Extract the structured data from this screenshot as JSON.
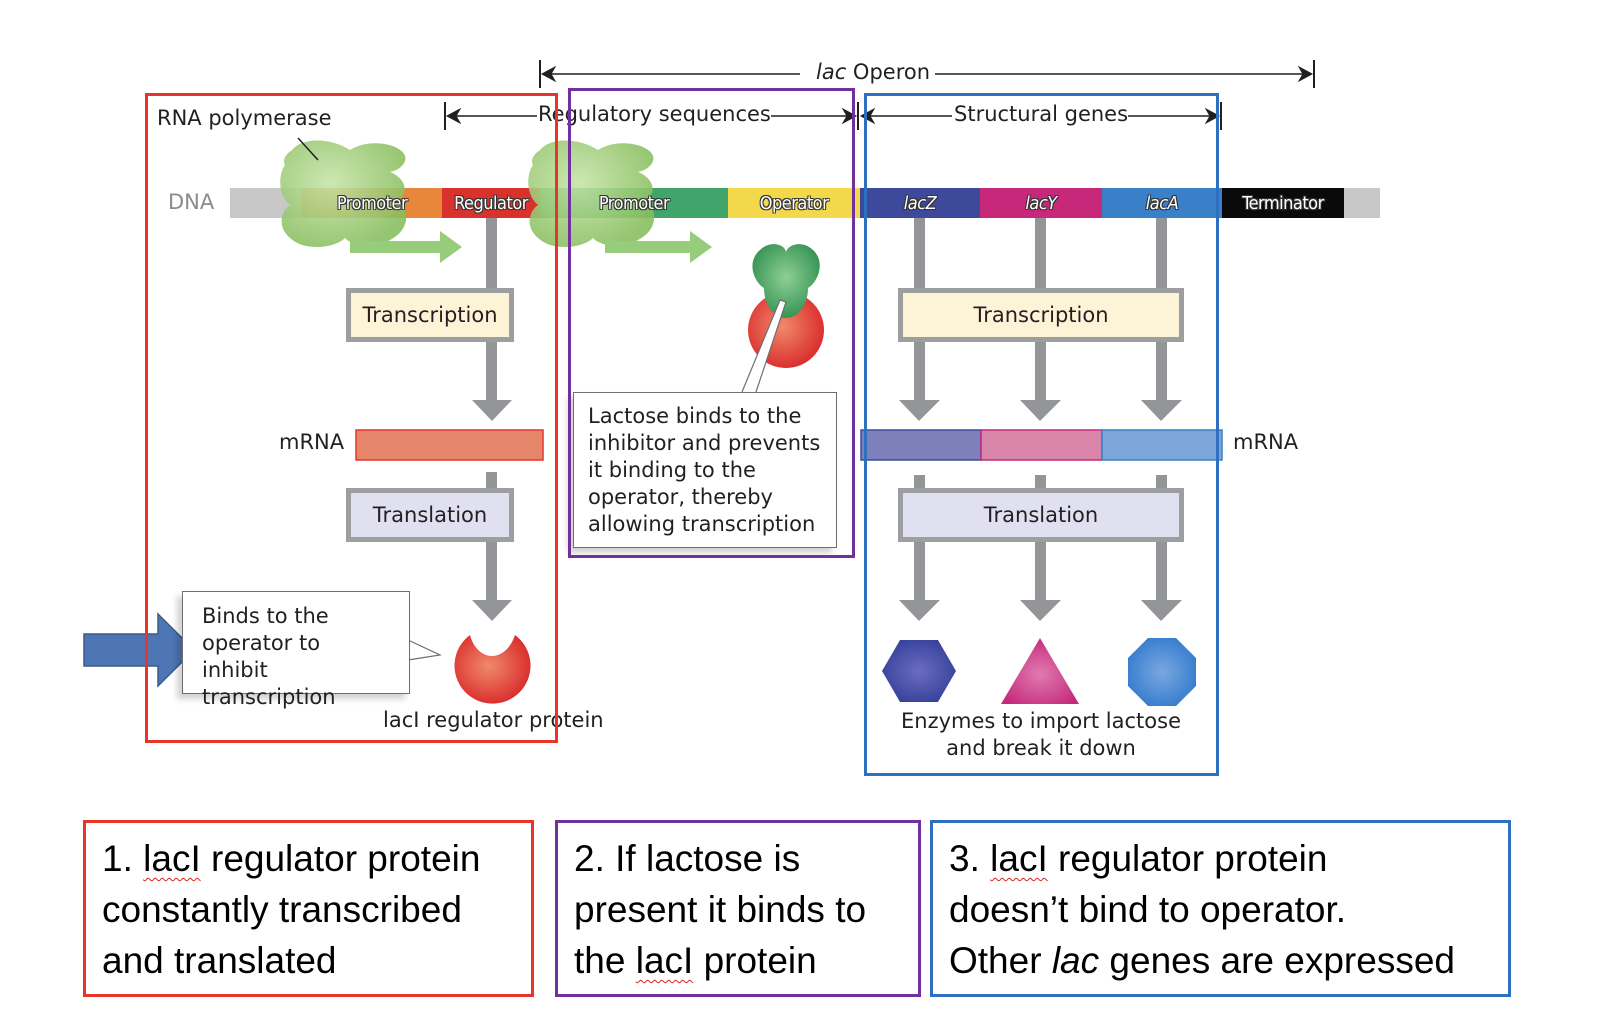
{
  "header": {
    "operon_label_italic": "lac",
    "operon_label": " Operon",
    "regulatory_label": "Regulatory sequences",
    "structural_label": "Structural genes"
  },
  "labels": {
    "rna_polymerase": "RNA polymerase",
    "dna": "DNA",
    "mrna_left": "mRNA",
    "mrna_right": "mRNA",
    "transcription": "Transcription",
    "translation": "Translation",
    "laci_protein": "lacI regulator protein",
    "enzymes_line1": "Enzymes to import lactose",
    "enzymes_line2": "and break it down"
  },
  "dna_segments": [
    {
      "label": "Promoter",
      "italic": false,
      "color": "#e8873a"
    },
    {
      "label": "Regulator",
      "italic": false,
      "color": "#d9312c"
    },
    {
      "label": "Promoter",
      "italic": false,
      "color": "#3fa56a"
    },
    {
      "label": "Operator",
      "italic": false,
      "color": "#f2d84a"
    },
    {
      "label": "lacZ",
      "italic": true,
      "color": "#3d4a9c"
    },
    {
      "label": "lacY",
      "italic": true,
      "color": "#c8287a"
    },
    {
      "label": "lacA",
      "italic": true,
      "color": "#3a80c8"
    },
    {
      "label": "Terminator",
      "italic": false,
      "color": "#0a0a0a"
    }
  ],
  "callouts": {
    "lactose": [
      "Lactose binds to the",
      "inhibitor and prevents",
      "it binding to the",
      "operator, thereby",
      "allowing transcription"
    ],
    "binds": [
      "Binds to the",
      "operator to inhibit",
      "transcription"
    ]
  },
  "bottom_boxes": [
    {
      "number": "1. ",
      "squiggle": "lacI",
      "rest_line1": " regulator protein",
      "line2": "constantly transcribed",
      "line3": "and translated"
    },
    {
      "line1": "2. If lactose is",
      "line2": "present it binds to",
      "line3_pre": "the ",
      "squiggle": "lacI",
      "line3_post": " protein"
    },
    {
      "number": "3. ",
      "squiggle": "lacI",
      "rest_line1": " regulator protein",
      "line2": "doesn’t bind to operator.",
      "line3_pre": "Other ",
      "line3_italic": "lac",
      "line3_post": " genes are expressed"
    }
  ],
  "colors": {
    "frame_red": "#e8352a",
    "frame_purple": "#7030a0",
    "frame_blue": "#2e6fc0",
    "pointer_arrow": "#4f76b4",
    "polymerase_green": "#9ccc74",
    "arrow_gray": "#949598",
    "transcription_fill": "#fdf3d6",
    "translation_fill": "#e1e0f0",
    "mrna_red": "#e5866a",
    "repressor_red": "#d9312c",
    "lactose_green": "#3a9a5a"
  }
}
